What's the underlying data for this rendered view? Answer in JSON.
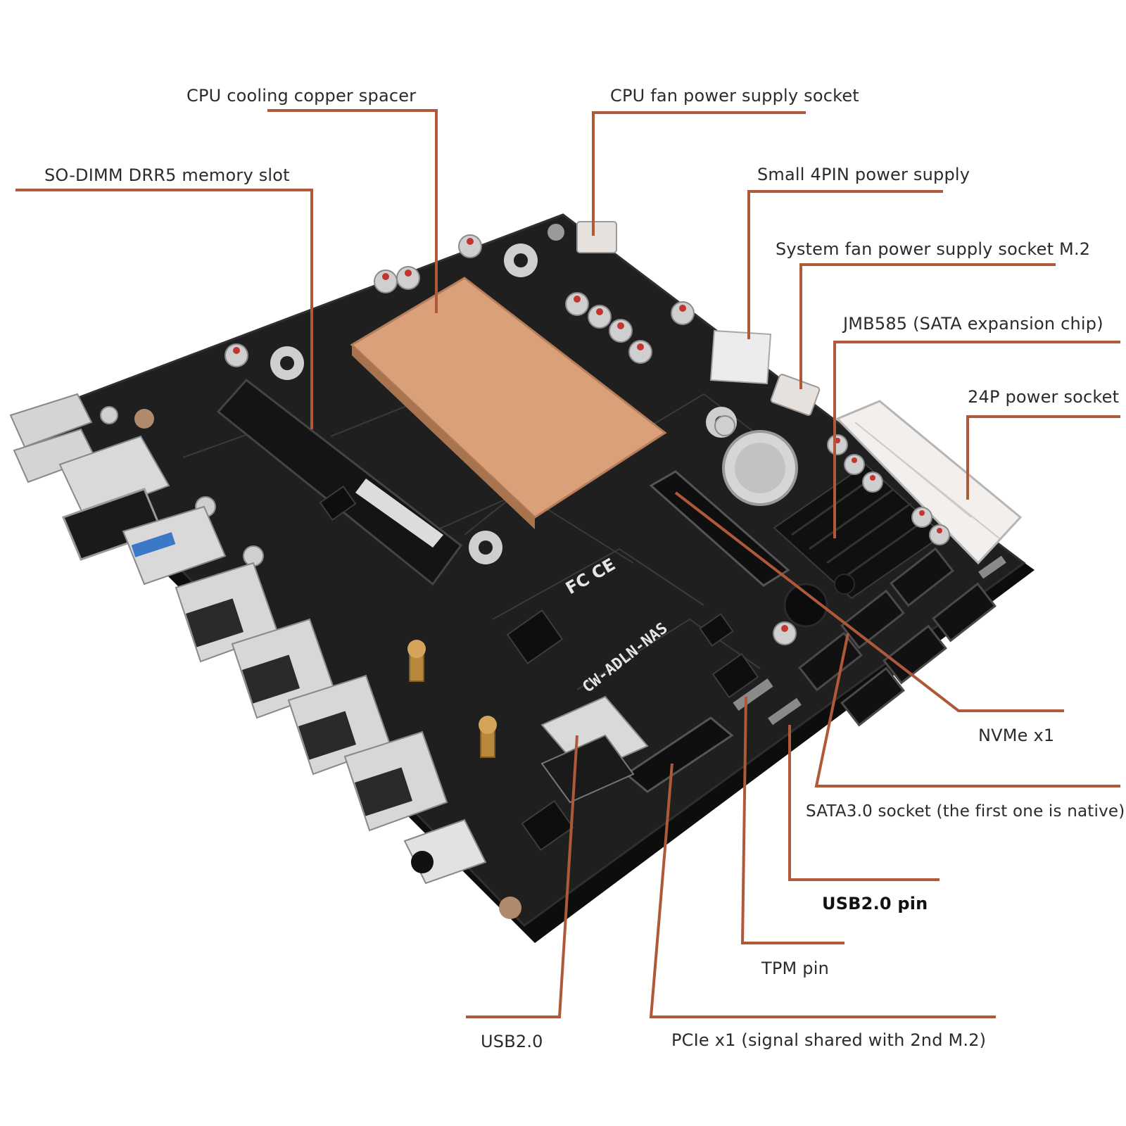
{
  "labels": {
    "cpu_spacer": "CPU cooling copper spacer",
    "cpu_fan": "CPU fan power supply socket",
    "sodimm": "SO-DIMM DRR5 memory slot",
    "small_4pin": "Small 4PIN power supply",
    "sys_fan": "System fan power supply socket M.2",
    "jmb585": "JMB585 (SATA expansion chip)",
    "p24": "24P power socket",
    "nvme": "NVMe x1",
    "sata": "SATA3.0 socket (the first one is native)",
    "usb2_pin": "USB2.0 pin",
    "tpm": "TPM pin",
    "usb2": "USB2.0",
    "pcie": "PCIe x1 (signal shared with 2nd M.2)"
  },
  "board": {
    "silkscreen": "CW-ADLN-NAS",
    "cert_mark": "FC CE"
  },
  "colors": {
    "leader": "#b0583a",
    "board": "#1c1c1c",
    "copper": "#d9a07a"
  }
}
